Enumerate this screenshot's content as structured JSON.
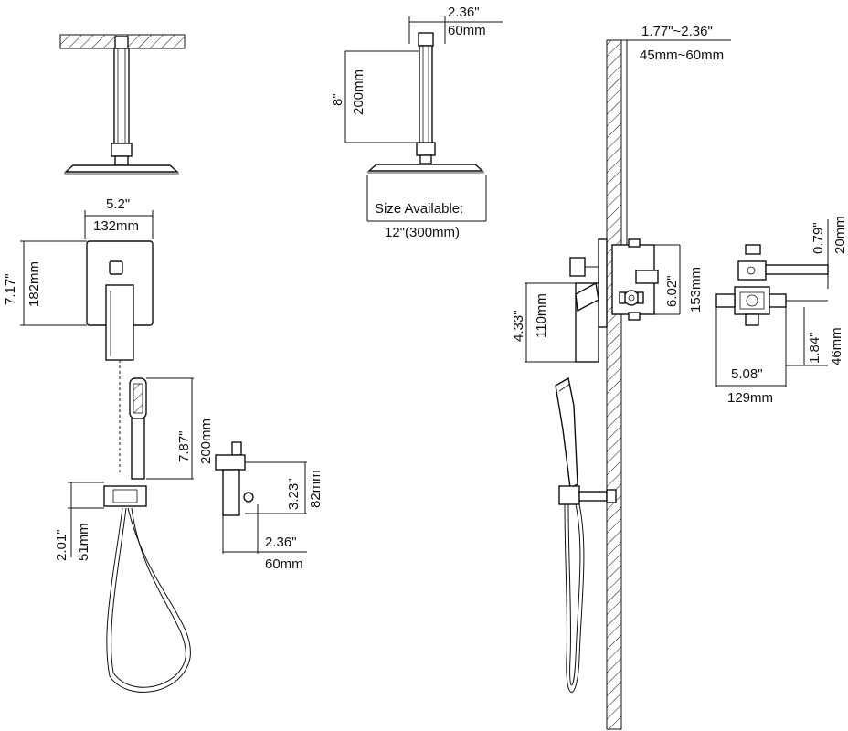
{
  "labels": {
    "arm_width_in": "2.36\"",
    "arm_width_mm": "60mm",
    "arm_drop_in": "8\"",
    "arm_drop_mm": "200mm",
    "size_available": "Size Available:",
    "size_option": "12\"(300mm)",
    "wall_gap_in": "1.77\"~2.36\"",
    "wall_gap_mm": "45mm~60mm",
    "plate_width_in": "5.2\"",
    "plate_width_mm": "132mm",
    "plate_height_in": "7.17\"",
    "plate_height_mm": "182mm",
    "hand_shower_in": "7.87\"",
    "hand_shower_mm": "200mm",
    "holder_height_in": "3.23\"",
    "holder_height_mm": "82mm",
    "holder_depth_in": "2.36\"",
    "holder_depth_mm": "60mm",
    "outlet_height_in": "2.01\"",
    "outlet_height_mm": "51mm",
    "valve_height_in": "6.02\"",
    "valve_height_mm": "153mm",
    "handle_height_in": "4.33\"",
    "handle_height_mm": "110mm",
    "body_top_in": "0.79\"",
    "body_top_mm": "20mm",
    "body_low_in": "1.84\"",
    "body_low_mm": "46mm",
    "body_width_in": "5.08\"",
    "body_width_mm": "129mm"
  }
}
